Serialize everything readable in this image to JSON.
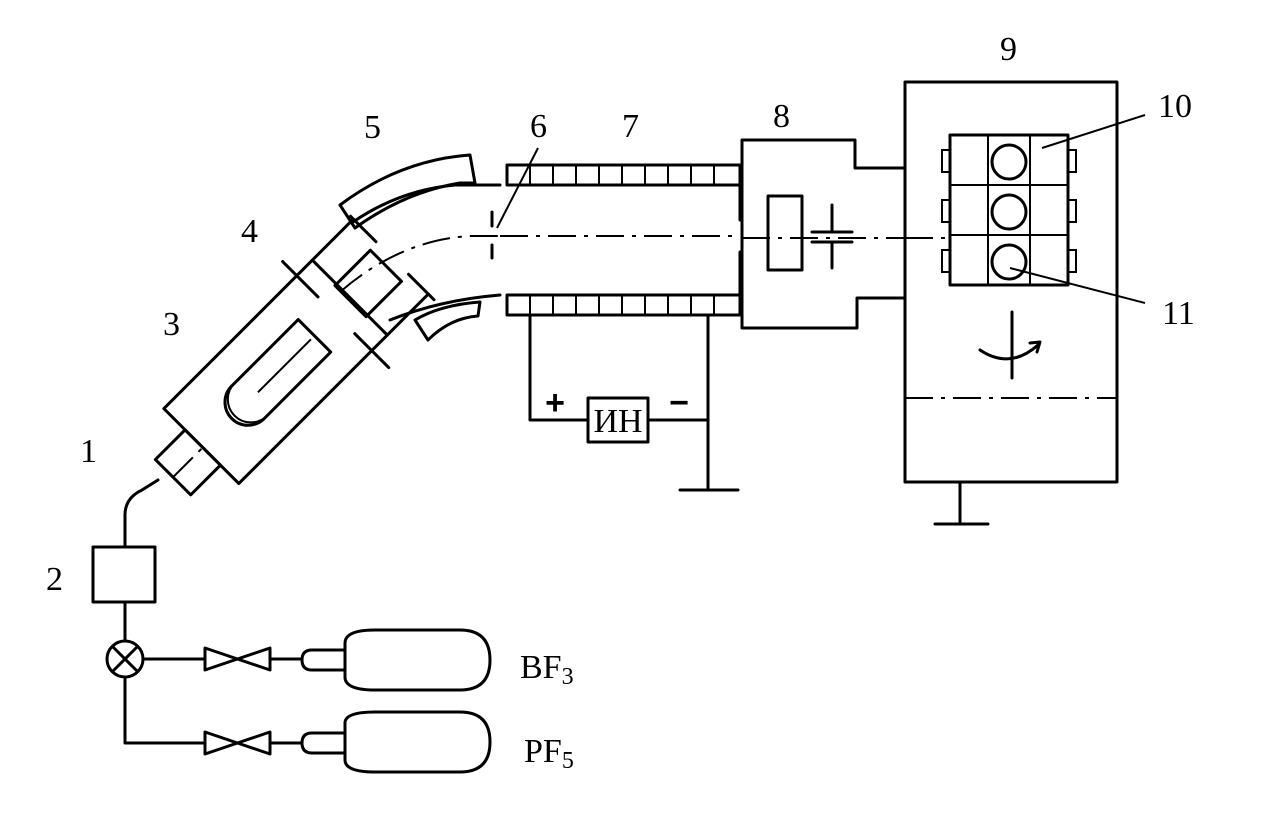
{
  "labels": {
    "l1": "1",
    "l2": "2",
    "l3": "3",
    "l4": "4",
    "l5": "5",
    "l6": "6",
    "l7": "7",
    "l8": "8",
    "l9": "9",
    "l10": "10",
    "l11": "11"
  },
  "supply": {
    "name": "ИН",
    "plus": "+",
    "minus": "−"
  },
  "gases": {
    "bf3": {
      "base": "BF",
      "sub": "3"
    },
    "pf5": {
      "base": "PF",
      "sub": "5"
    }
  }
}
